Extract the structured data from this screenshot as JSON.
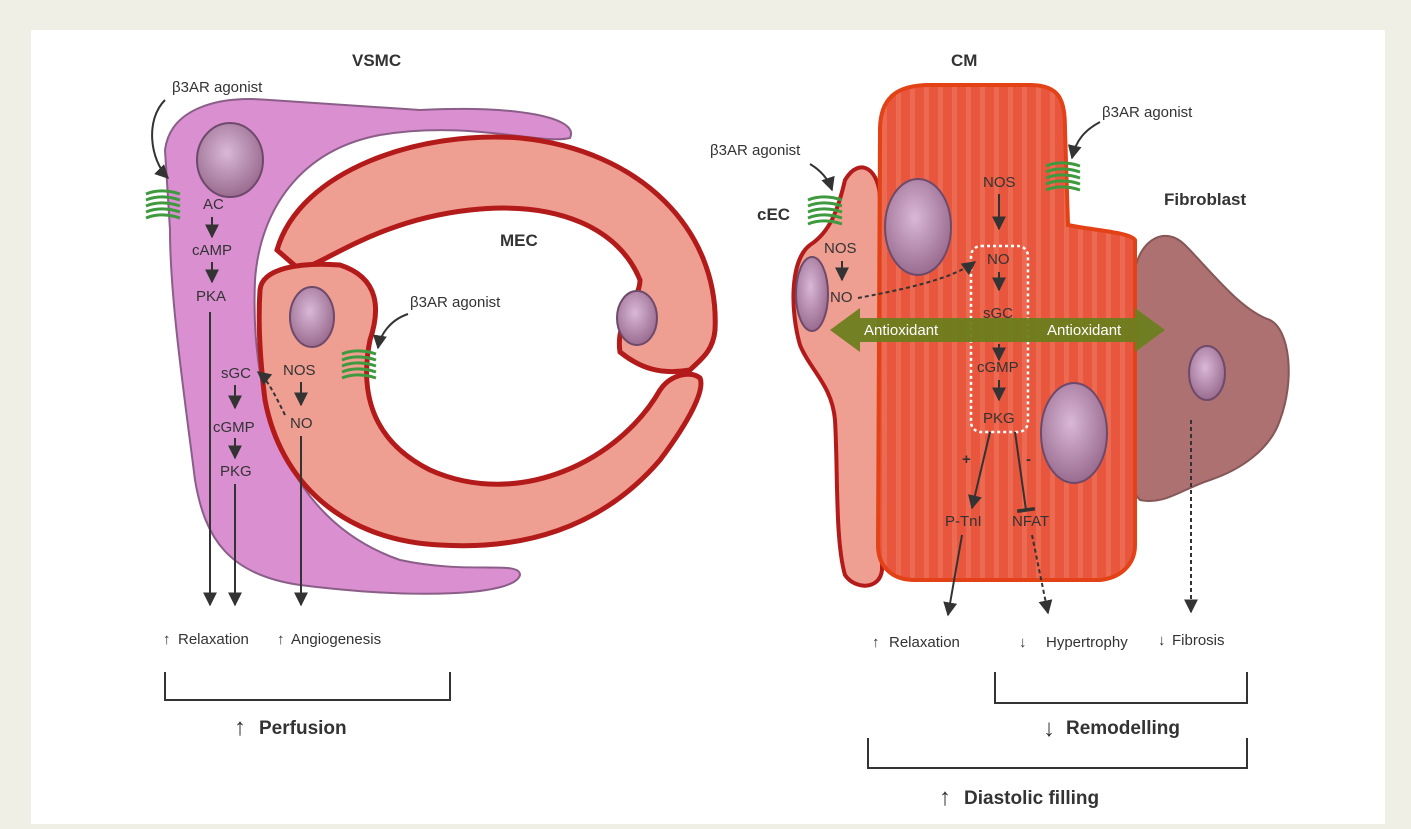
{
  "colors": {
    "frame_bg": "#efefe6",
    "panel_bg": "#ffffff",
    "vsmc_fill": "#d98fd0",
    "endothelium_fill": "#ef9e92",
    "endothelium_border": "#b31b1b",
    "cardiomyocyte_fill": "#e8503a",
    "cardiomyocyte_border": "#e34116",
    "fibroblast_fill": "#a56262",
    "receptor_green": "#3f9a3f",
    "antioxidant_arrow": "#6b7e1e",
    "text": "#333333"
  },
  "left_panel": {
    "title_vsmc": "VSMC",
    "title_mec": "MEC",
    "agonist_vsmc": "β3AR agonist",
    "agonist_mec": "β3AR agonist",
    "ac": "AC",
    "camp": "cAMP",
    "pka": "PKA",
    "sgc": "sGC",
    "cgmp": "cGMP",
    "pkg": "PKG",
    "nos": "NOS",
    "no": "NO",
    "up_arrow_1": "↑",
    "relaxation": "Relaxation",
    "up_arrow_2": "↑",
    "angiogenesis": "Angiogenesis",
    "perfusion_arrow": "↑",
    "perfusion": "Perfusion"
  },
  "right_panel": {
    "title_cm": "CM",
    "title_cec": "cEC",
    "title_fibroblast": "Fibroblast",
    "agonist_cec": "β3AR agonist",
    "agonist_cm": "β3AR agonist",
    "cm_nos": "NOS",
    "cec_nos": "NOS",
    "cec_no": "NO",
    "no": "NO",
    "sgc": "sGC",
    "cgmp": "cGMP",
    "pkg": "PKG",
    "plus": "+",
    "minus": "-",
    "ptni": "P-TnI",
    "nfat": "NFAT",
    "antioxidant_left": "Antioxidant",
    "antioxidant_right": "Antioxidant",
    "up_arrow": "↑",
    "relaxation": "Relaxation",
    "down_arrow_1": "↓",
    "hypertrophy": "Hypertrophy",
    "down_arrow_2": "↓",
    "fibrosis": "Fibrosis",
    "remodelling_arrow": "↓",
    "remodelling": "Remodelling",
    "diastolic_arrow": "↑",
    "diastolic": "Diastolic filling"
  }
}
